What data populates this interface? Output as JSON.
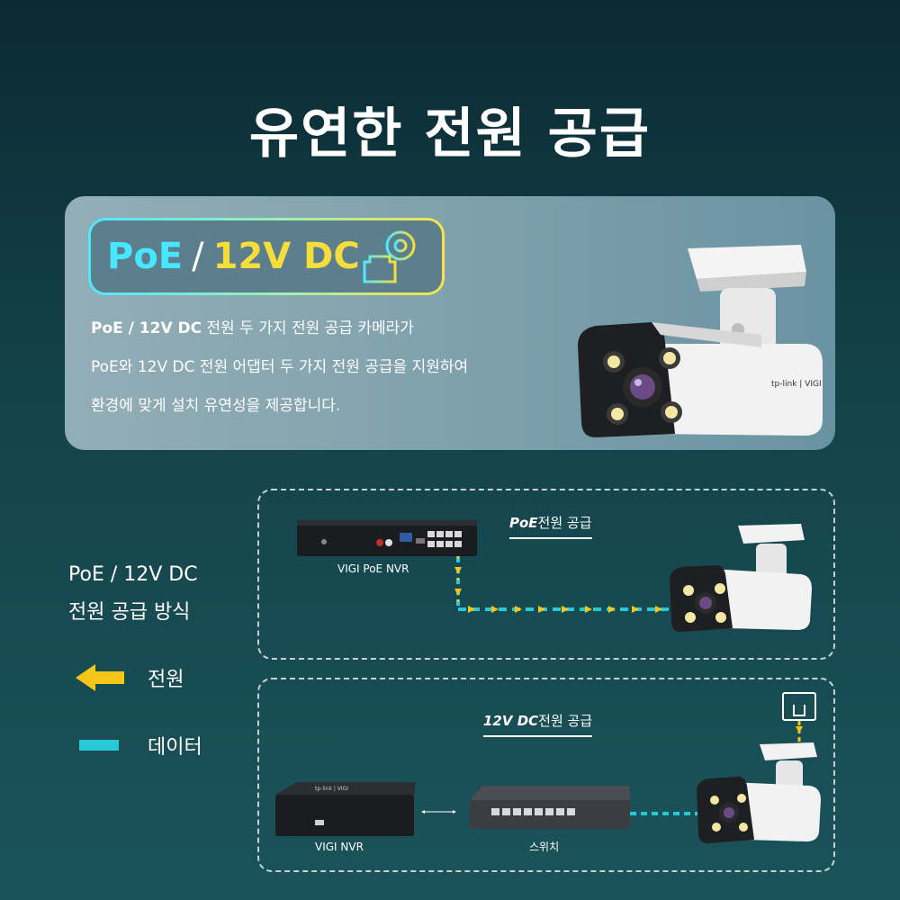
{
  "page": {
    "title": "유연한 전원 공급"
  },
  "badge": {
    "poe": "PoE",
    "separator": "/",
    "dc": "12V DC",
    "icon": "ethernet-power-icon"
  },
  "description": {
    "line1_bold_poe": "PoE",
    "line1_sep": " / ",
    "line1_bold_dc": "12V DC",
    "line1_rest": " 전원 두 가지 전원 공급 카메라가",
    "line2": "PoE와 12V DC 전원 어댑터 두 가지 전원 공급을 지원하여",
    "line3": "환경에 맞게 설치 유연성을 제공합니다."
  },
  "legend": {
    "title_line1": "PoE / 12V DC",
    "title_line2": "전원 공급 방식",
    "power_label": "전원",
    "data_label": "데이터",
    "power_color": "#f5c518",
    "data_color": "#27c9d6"
  },
  "diagram_poe": {
    "title_bold": "PoE",
    "title_rest": "전원 공급",
    "nvr_label": "VIGI PoE NVR"
  },
  "diagram_dc": {
    "title_bold": "12V DC",
    "title_rest": "전원 공급",
    "nvr_label": "VIGI NVR",
    "switch_label": "스위치"
  },
  "camera": {
    "brand_text": "tp-link | VIGI"
  }
}
